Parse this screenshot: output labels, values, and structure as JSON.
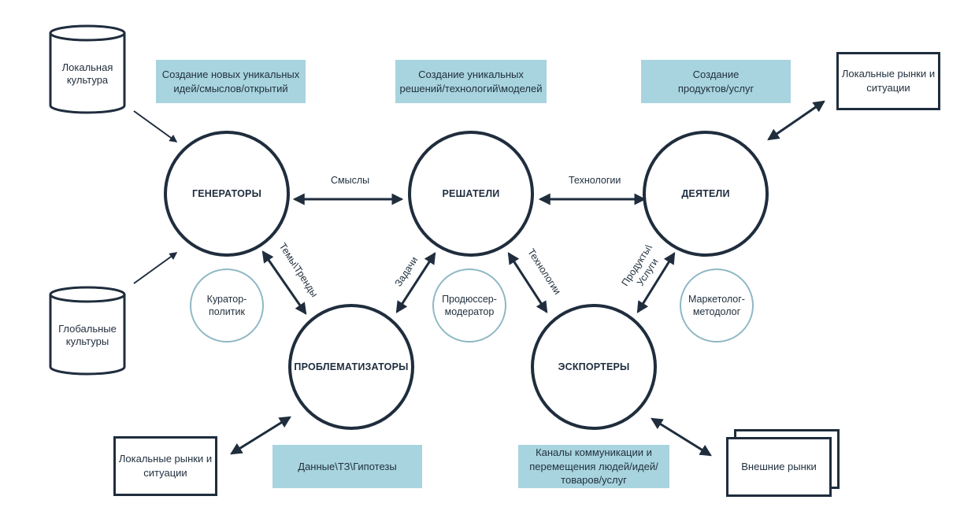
{
  "hubs": {
    "generators": "ГЕНЕРАТОРЫ",
    "solvers": "РЕШАТЕЛИ",
    "doers": "ДЕЯТЕЛИ",
    "problematizers": "ПРОБЛЕМАТИЗАТОРЫ",
    "exporters": "ЭСКПОРТЕРЫ"
  },
  "roles": {
    "curator": "Куратор-\nполитик",
    "producer": "Продюссер-\nмодератор",
    "marketer": "Маркетолог-\nметодолог"
  },
  "notes": {
    "generators": "Создание новых уникальных\nидей/смыслов/открытий",
    "solvers": "Создание уникальных\nрешений/технологий\\моделей",
    "doers": "Создание\nпродуктов/услуг",
    "problematizers": "Данные\\ТЗ\\Гипотезы",
    "exporters": "Каналы коммуникации и\nперемещения людей/идей/\nтоваров/услуг"
  },
  "sources": {
    "local_culture": "Локальная\nкультура",
    "global_cultures": "Глобальные\nкультуры",
    "local_markets_right": "Локальные рынки и\nситуации",
    "local_markets_left": "Локальные рынки и\nситуации",
    "external_markets": "Внешние рынки"
  },
  "connections": {
    "meanings": "Смыслы",
    "technologies_top": "Технологии",
    "themes_trends": "Темы\\Тренды",
    "tasks": "Задачи",
    "technologies_diag": "Технологии",
    "products_services": "Продукты\\\nУслуги"
  },
  "colors": {
    "ink": "#1f2d3d",
    "note_fill": "#a8d4df",
    "role_ring": "#8fb8c4"
  }
}
